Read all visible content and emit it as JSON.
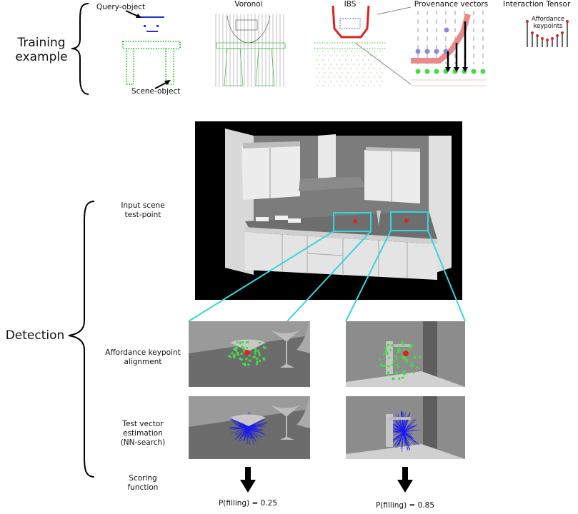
{
  "training": {
    "section_label_line1": "Training",
    "section_label_line2": "example",
    "query_object": "Query-object",
    "scene_object": "Scene-object",
    "voronoi": "Voronoi",
    "ibs": "IBS",
    "provenance": "Provenance vectors",
    "interaction_tensor": "Interaction Tensor",
    "affordance_keypoints_line1": "Affordance",
    "affordance_keypoints_line2": "keypoints"
  },
  "detection": {
    "section_label": "Detection",
    "input_scene_line1": "Input scene",
    "input_scene_line2": "test-point",
    "alignment_line1": "Affordance keypoint",
    "alignment_line2": "alignment",
    "test_vector_line1": "Test vector",
    "test_vector_line2": "estimation",
    "test_vector_line3": "(NN-search)",
    "scoring_line1": "Scoring",
    "scoring_line2": "function",
    "score_left": "P(filling) = 0.25",
    "score_right": "P(filling) = 0.85"
  },
  "colors": {
    "query_points": "#2233cc",
    "scene_points": "#33cc33",
    "ibs_line": "#dd2222",
    "provenance_band": "#e88a8a",
    "highlight_box": "#33d6e0",
    "keypoint": "#dd2222",
    "test_vectors": "#1a1aee"
  },
  "icons": [
    "brace-training",
    "brace-detection",
    "arrow-down-left",
    "arrow-down-right"
  ]
}
